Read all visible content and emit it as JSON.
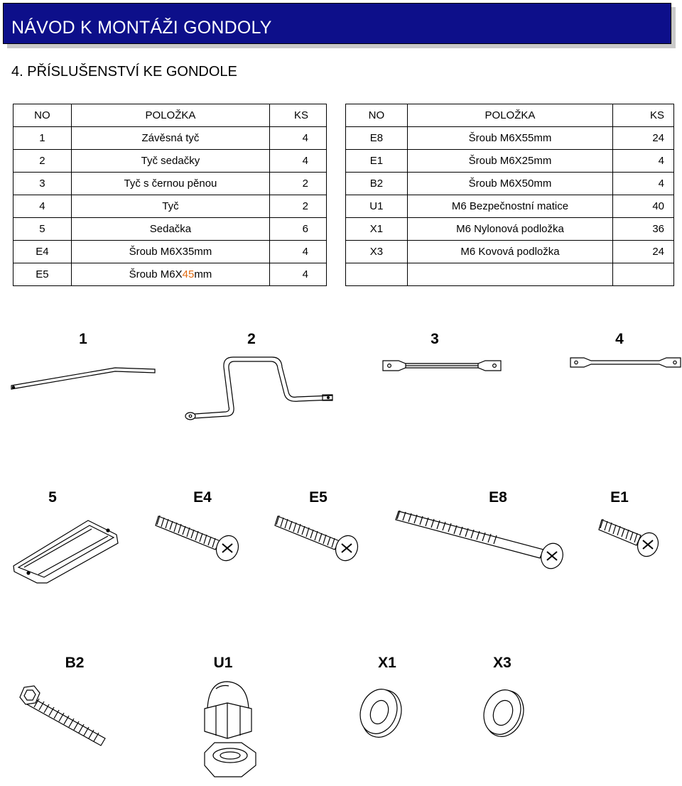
{
  "header": {
    "title": "NÁVOD K MONTÁŽI GONDOLY"
  },
  "section": {
    "title": "4. PŘÍSLUŠENSTVÍ KE GONDOLE"
  },
  "table_left": {
    "columns": [
      "NO",
      "POLOŽKA",
      "KS"
    ],
    "rows": [
      [
        "1",
        "Závěsná tyč",
        "4"
      ],
      [
        "2",
        "Tyč sedačky",
        "4"
      ],
      [
        "3",
        "Tyč s černou pěnou",
        "2"
      ],
      [
        "4",
        "Tyč",
        "2"
      ],
      [
        "5",
        "Sedačka",
        "6"
      ],
      [
        "E4",
        "Šroub M6X35mm",
        "4"
      ]
    ],
    "last_row": {
      "no": "E5",
      "item_prefix": "Šroub M6X",
      "item_highlight": "45",
      "item_suffix": "mm",
      "ks": "4"
    },
    "highlight_color": "#e06a10"
  },
  "table_right": {
    "columns": [
      "NO",
      "POLOŽKA",
      "KS"
    ],
    "rows": [
      [
        "E8",
        "Šroub M6X55mm",
        "24"
      ],
      [
        "E1",
        "Šroub M6X25mm",
        "4"
      ],
      [
        "B2",
        "Šroub M6X50mm",
        "4"
      ],
      [
        "U1",
        "M6 Bezpečnostní matice",
        "40"
      ],
      [
        "X1",
        "M6 Nylonová podložka",
        "36"
      ],
      [
        "X3",
        "M6 Kovová podložka",
        "24"
      ],
      [
        "",
        "",
        ""
      ]
    ]
  },
  "parts_labels": {
    "p1": "1",
    "p2": "2",
    "p3": "3",
    "p4": "4",
    "p5": "5",
    "e4": "E4",
    "e5": "E5",
    "e8": "E8",
    "e1": "E1",
    "b2": "B2",
    "u1": "U1",
    "x1": "X1",
    "x3": "X3"
  }
}
